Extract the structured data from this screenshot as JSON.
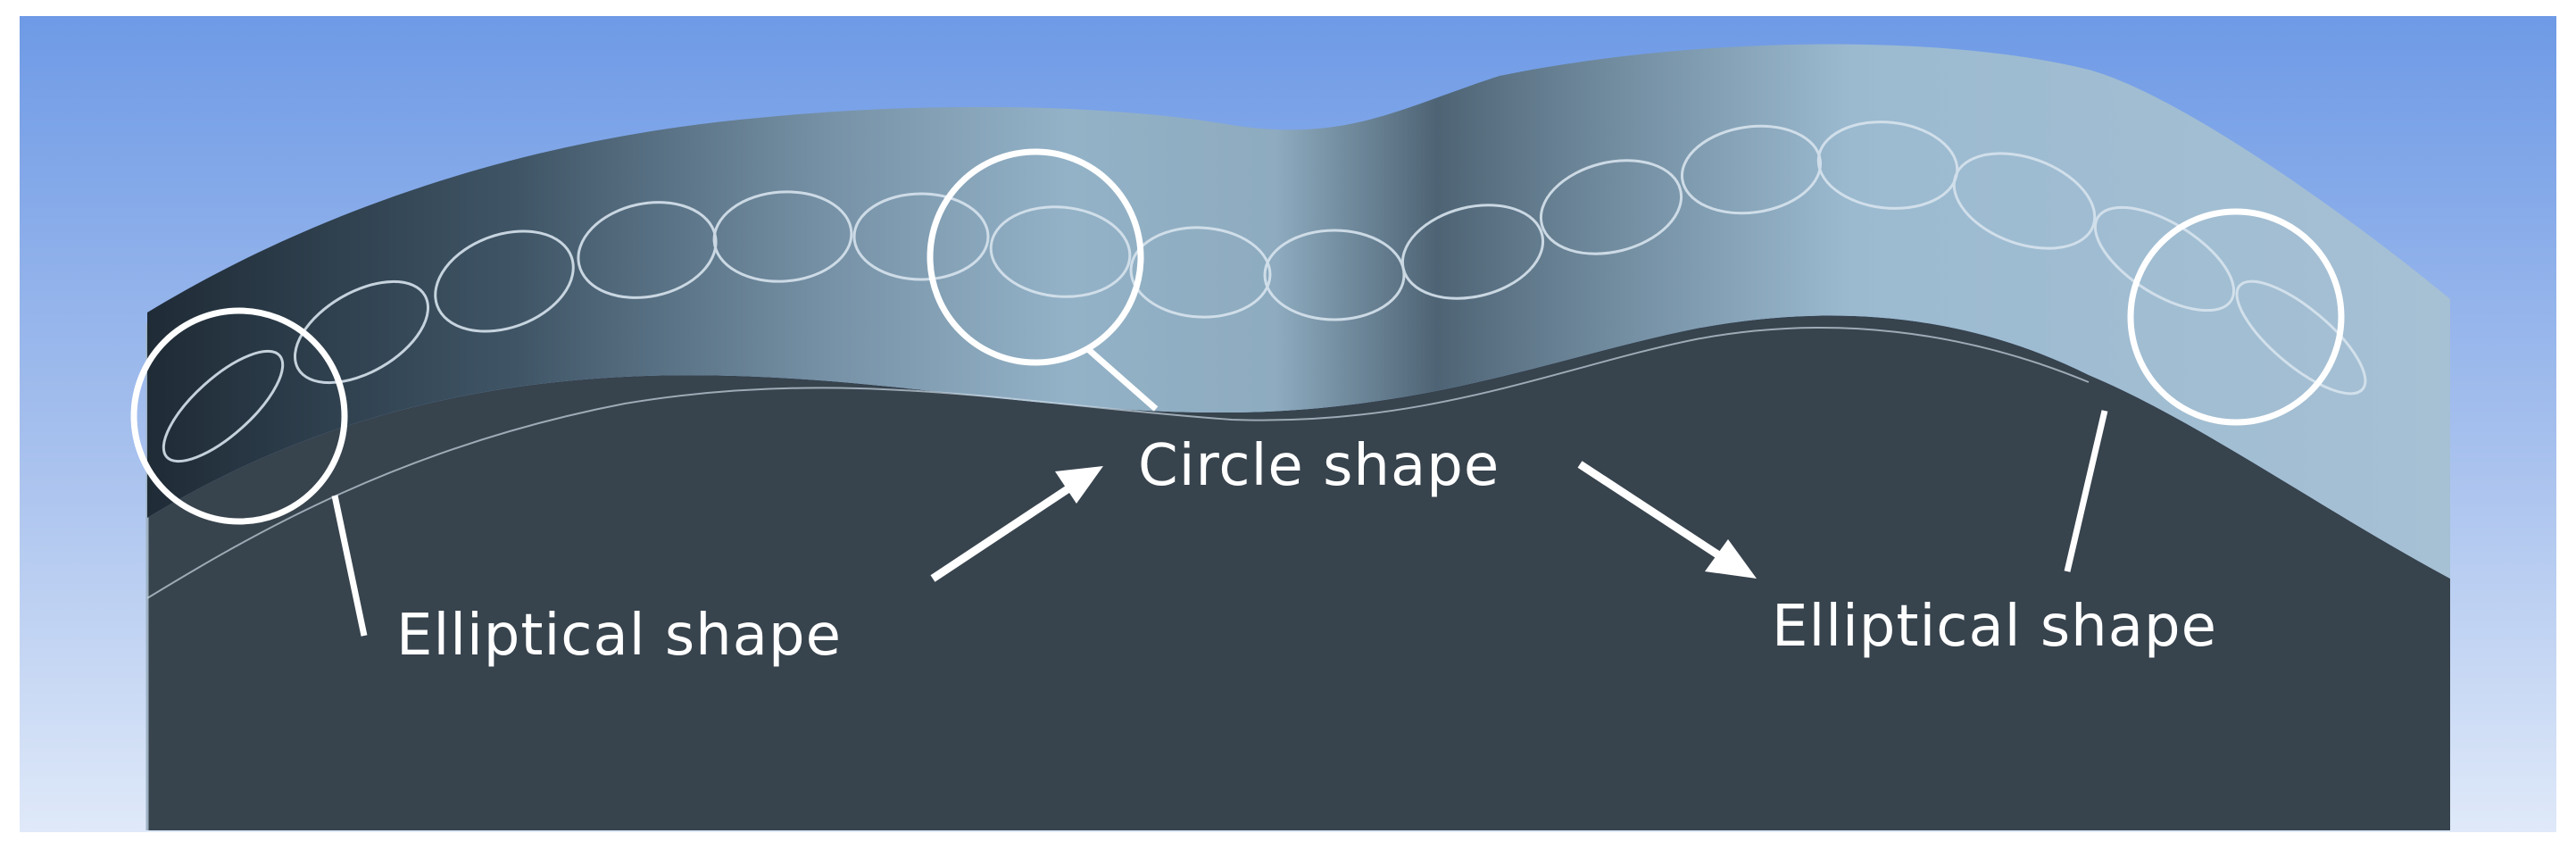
{
  "labels": {
    "left_ellipse": "Elliptical shape",
    "center_circle": "Circle shape",
    "right_ellipse": "Elliptical shape"
  },
  "colors": {
    "sky_top": "#6f9be6",
    "sky_bottom": "#dde8f8",
    "body_dark": "#37434e",
    "band_dark": "#26323d",
    "band_light": "#95b4c9",
    "outline": "#ffffff"
  }
}
